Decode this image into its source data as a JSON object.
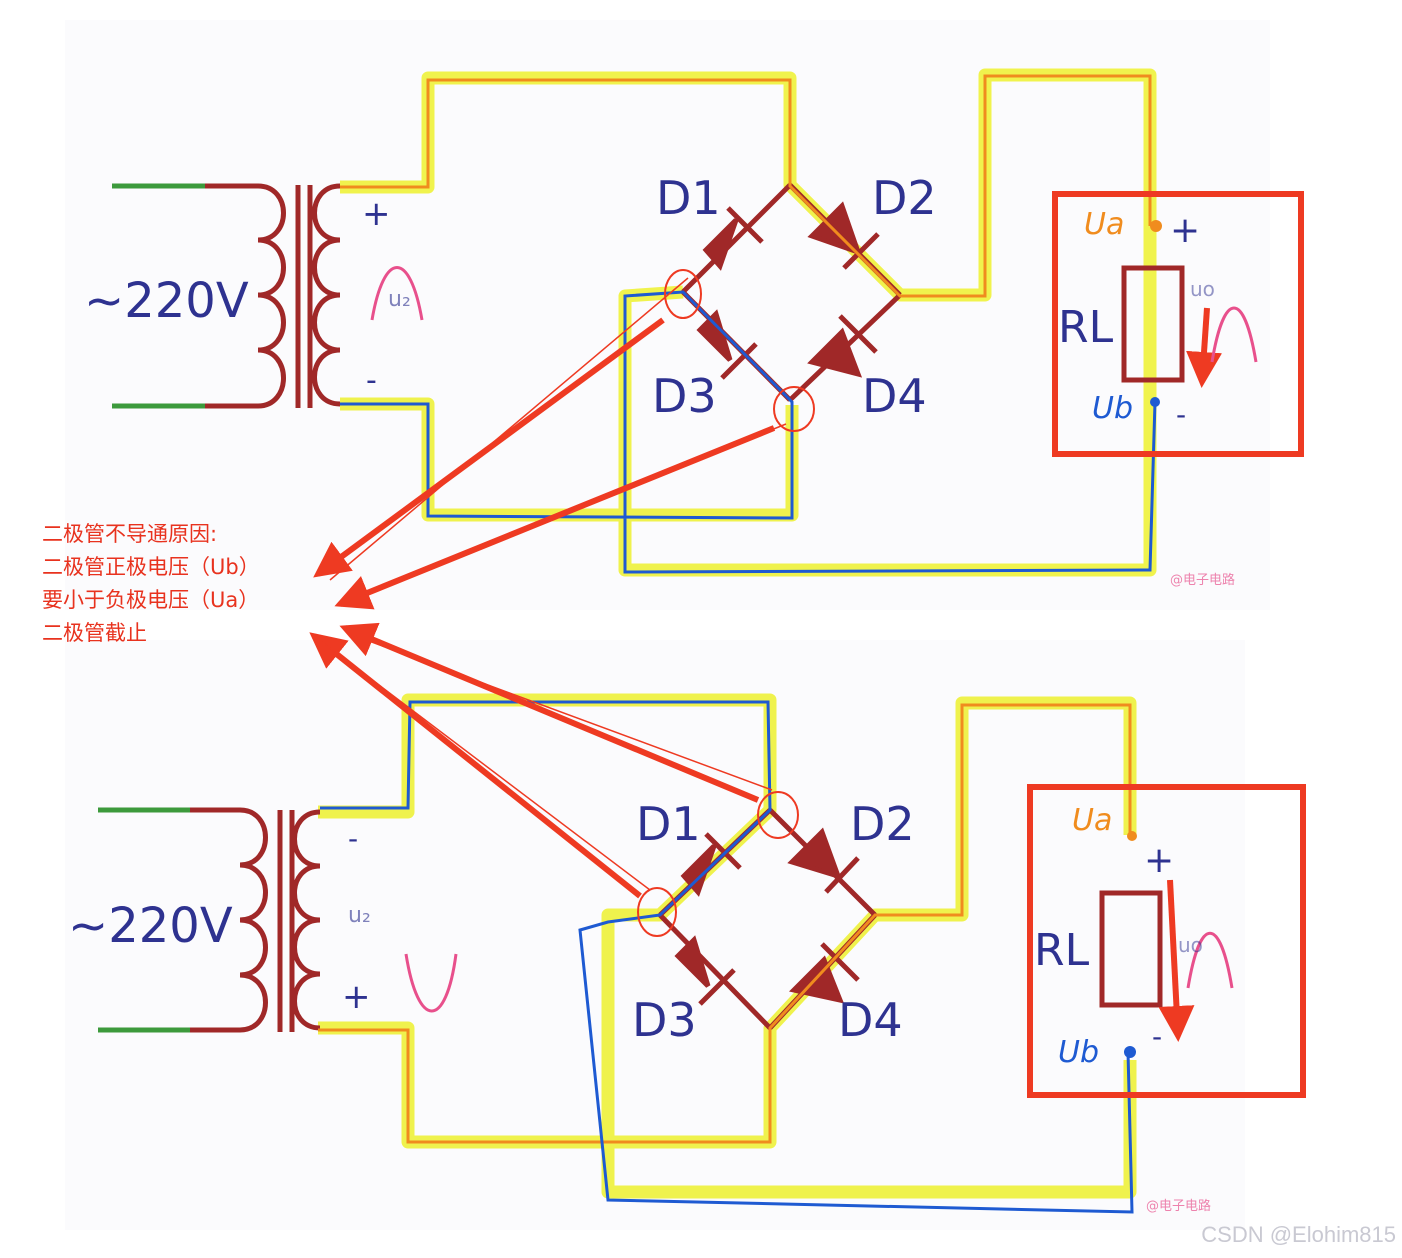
{
  "annotation": {
    "lines": [
      "二极管不导通原因:",
      "二极管正极电压（Ub）",
      "要小于负极电压（Ua）",
      "二极管截止"
    ]
  },
  "watermark": "CSDN @Elohim815",
  "small_watermark": "@电子电路",
  "top_circuit": {
    "source": "~220V",
    "secondary_label": "u₂",
    "polarity_top": "+",
    "polarity_bottom": "-",
    "diodes": [
      "D1",
      "D2",
      "D3",
      "D4"
    ],
    "load": "RL",
    "node_a": "Ua",
    "node_b": "Ub",
    "load_plus": "+",
    "load_minus": "-",
    "output_label": "uo"
  },
  "bottom_circuit": {
    "source": "~220V",
    "secondary_label": "u₂",
    "polarity_top": "-",
    "polarity_bottom": "+",
    "diodes": [
      "D1",
      "D2",
      "D3",
      "D4"
    ],
    "load": "RL",
    "node_a": "Ua",
    "node_b": "Ub",
    "load_plus": "+",
    "load_minus": "-",
    "output_label": "uo"
  },
  "colors": {
    "transformer": "#a02828",
    "mains_wire": "#3c9a3c",
    "highlight": "#eef23a",
    "orange_path": "#f08c1e",
    "blue_path": "#1e5ad2",
    "red_box": "#ee3a22",
    "label_blue": "#2e3290",
    "waveform": "#e8508c"
  }
}
